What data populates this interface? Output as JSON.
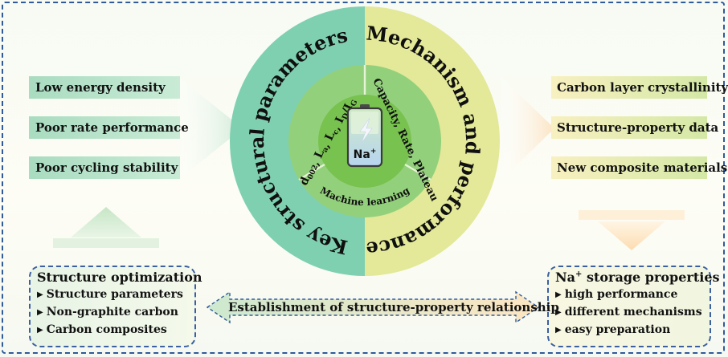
{
  "colors": {
    "border_dash": "#2f5a9c",
    "left_green": "#7ccfae",
    "right_yellow": "#e0e895",
    "inner_green": "#8fcf7a",
    "core_green": "#76c04f"
  },
  "left_problems": [
    "Low energy density",
    "Poor rate performance",
    "Poor cycling stability"
  ],
  "right_outputs": [
    "Carbon layer crystallinity",
    "Structure-property data",
    "New composite materials"
  ],
  "circle": {
    "outer_left": "Key structural parameters",
    "outer_right": "Mechanism and performance",
    "inner_left_parts": [
      {
        "t": "d",
        "sub": "002"
      },
      {
        "t": ", L",
        "sub": "a"
      },
      {
        "t": ", L",
        "sub": "c"
      },
      {
        "t": ", I",
        "sub": "D"
      },
      {
        "t": "/I",
        "sub": "G"
      }
    ],
    "inner_right": "Capacity, Rate, Plateau",
    "inner_bottom": "Machine learning",
    "battery_label": "Na",
    "battery_sup": "+",
    "battery_icon": "battery-lightning-icon"
  },
  "left_box": {
    "title": "Structure optimization",
    "items": [
      "Structure parameters",
      "Non-graphite carbon",
      "Carbon composites"
    ]
  },
  "right_box": {
    "title_main": "Na",
    "title_sup": "+",
    "title_rest": " storage properties",
    "items": [
      "high performance",
      "different mechanisms",
      "easy preparation"
    ]
  },
  "relationship": "Establishment of structure-property relationship",
  "bullet_glyph": "▶"
}
